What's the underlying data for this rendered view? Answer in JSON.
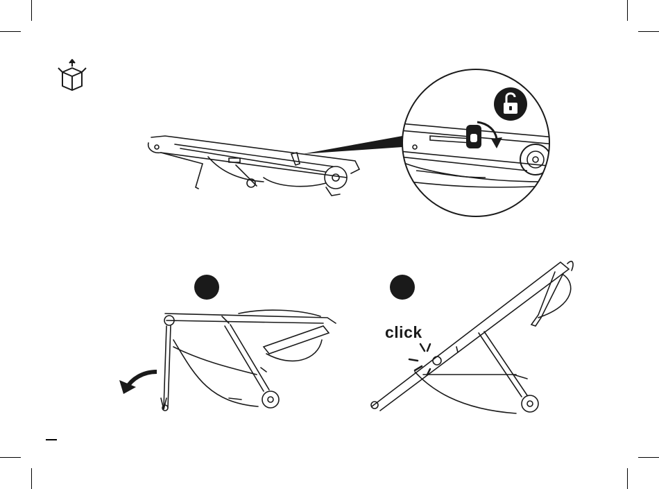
{
  "page": {
    "unbox_icon": "open-box-icon",
    "lock_icon": "unlock-icon",
    "rotate_arrow_icon": "rotate-arrow-icon",
    "unfold_arrow_icon": "curved-arrow-icon",
    "click_text": "click",
    "step_badges": [
      "step-1",
      "step-2"
    ],
    "colors": {
      "ink": "#1a1a1a",
      "paper": "#ffffff",
      "lock_bg": "#1a1a1a"
    }
  }
}
